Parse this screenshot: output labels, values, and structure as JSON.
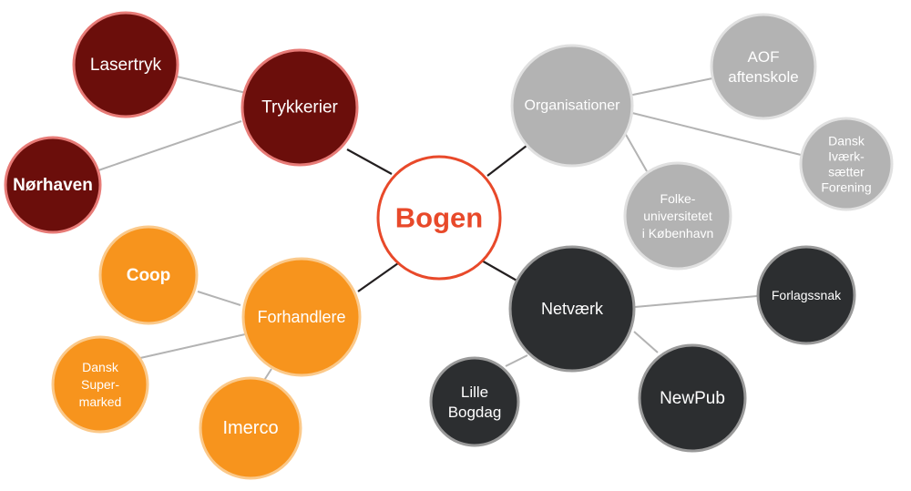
{
  "center": {
    "label": "Bogen",
    "text_color": "#e8492a",
    "fill": "#ffffff",
    "stroke": "#e8492a"
  },
  "groups": {
    "trykkerier": {
      "label": "Trykkerier",
      "fill": "#6b0e0b",
      "stroke": "#e77b77",
      "children": [
        {
          "label": [
            "Lasertryk"
          ]
        },
        {
          "label": [
            "Nørhaven"
          ]
        }
      ]
    },
    "organisationer": {
      "label": "Organisationer",
      "fill": "#b3b3b3",
      "stroke": "#e0e0e0",
      "children": [
        {
          "label": [
            "AOF",
            "aftenskole"
          ]
        },
        {
          "label": [
            "Dansk",
            "Iværk-",
            "sætter",
            "Forening"
          ]
        },
        {
          "label": [
            "Folke-",
            "universitetet",
            "i København"
          ]
        }
      ]
    },
    "forhandlere": {
      "label": "Forhandlere",
      "fill": "#f7941d",
      "stroke": "#fbc98a",
      "children": [
        {
          "label": [
            "Coop"
          ]
        },
        {
          "label": [
            "Dansk",
            "Super-",
            "marked"
          ]
        },
        {
          "label": [
            "Imerco"
          ]
        }
      ]
    },
    "netvaerk": {
      "label": "Netværk",
      "fill": "#2c2e30",
      "stroke": "#9a9a9a",
      "children": [
        {
          "label": [
            "Forlagssnak"
          ]
        },
        {
          "label": [
            "Lille",
            "Bogdag"
          ]
        },
        {
          "label": [
            "NewPub"
          ]
        }
      ]
    }
  },
  "colors": {
    "hub_line": "#231f20",
    "leaf_line": "#b3b3b3",
    "node_text": "#ffffff"
  }
}
